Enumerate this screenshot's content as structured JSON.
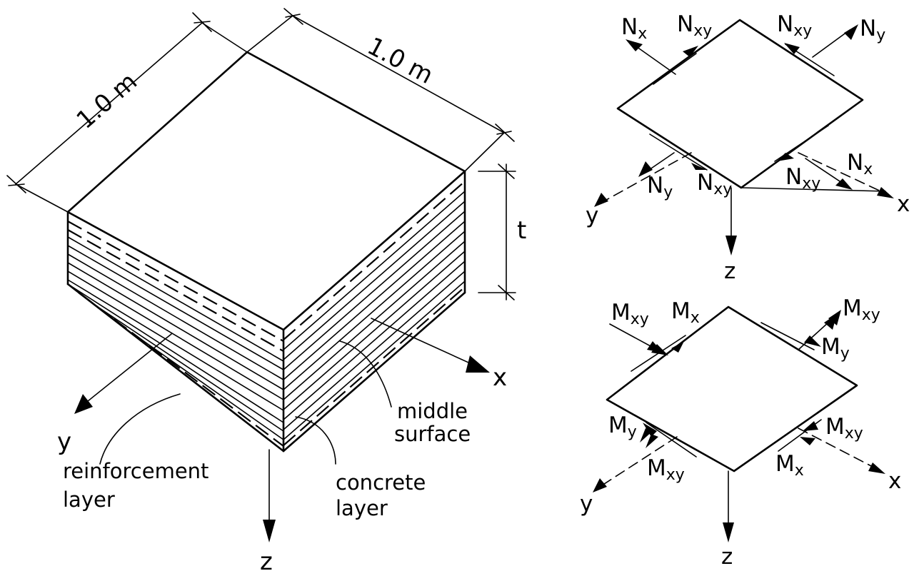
{
  "labels": {
    "dim_left": "1.0 m",
    "dim_right": "1.0 m",
    "thickness": "t",
    "axis_x": "x",
    "axis_y": "y",
    "axis_z": "z",
    "middle_surface": [
      "middle",
      "surface"
    ],
    "reinforcement_layer": [
      "reinforcement",
      "layer"
    ],
    "concrete_layer": [
      "concrete",
      "layer"
    ]
  },
  "forces": {
    "N": "N",
    "M": "M",
    "sub_x": "x",
    "sub_y": "y",
    "sub_xy": "xy"
  }
}
